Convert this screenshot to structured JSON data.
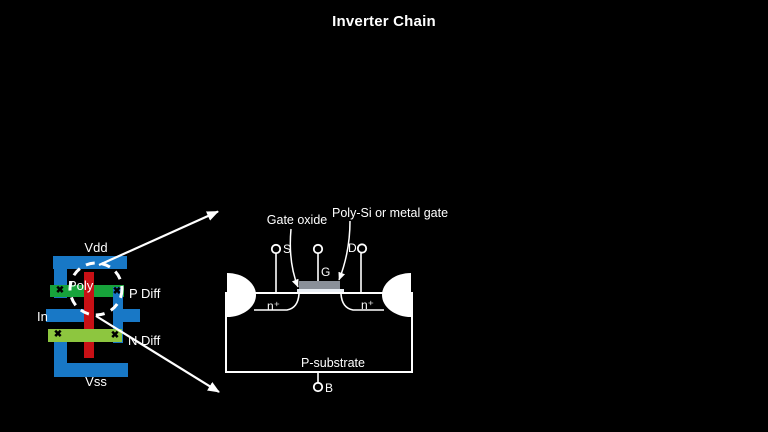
{
  "title": "Inverter Chain",
  "colors": {
    "metal": "#1878c6",
    "pdiff": "#17a33b",
    "ndiff": "#8dc63f",
    "poly": "#c81015",
    "gate": "#8a9099",
    "oxide": "#e9eef4",
    "oxideline": "#9db5d4",
    "line": "#ffffff"
  },
  "layout": {
    "labels": {
      "vdd": "Vdd",
      "vss": "Vss",
      "in": "In",
      "poly": "Poly",
      "pdiff": "P Diff",
      "ndiff": "N Diff"
    },
    "contact_glyph": "✖"
  },
  "cross_section": {
    "labels": {
      "gate_oxide": "Gate oxide",
      "gate_material": "Poly-Si or metal gate",
      "source": "S",
      "gate": "G",
      "drain": "D",
      "body": "B",
      "n_plus_left": "n⁺",
      "n_plus_right": "n⁺",
      "substrate": "P-substrate"
    }
  }
}
